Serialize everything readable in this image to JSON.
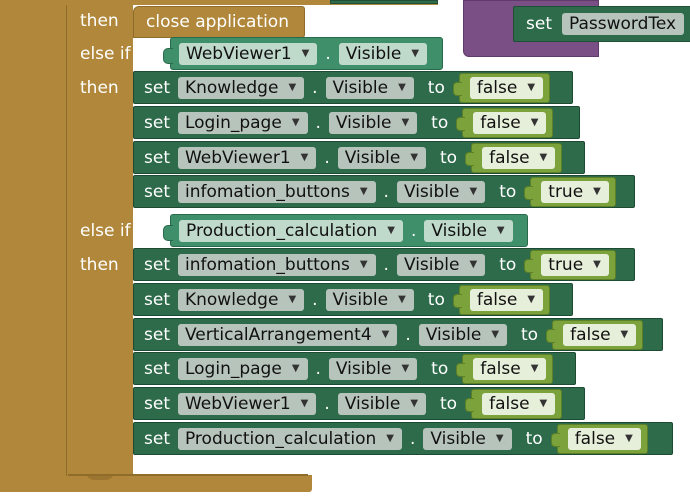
{
  "keywords": {
    "then": "then",
    "else_if": "else if",
    "set": "set",
    "to": "to",
    "dot": ".",
    "close_application": "close application"
  },
  "top_right": {
    "set_label": "set",
    "component": "PasswordTex"
  },
  "condition_1": {
    "component": "WebViewer1",
    "property": "Visible"
  },
  "group_1": [
    {
      "component": "Knowledge",
      "property": "Visible",
      "value": "false"
    },
    {
      "component": "Login_page",
      "property": "Visible",
      "value": "false"
    },
    {
      "component": "WebViewer1",
      "property": "Visible",
      "value": "false"
    },
    {
      "component": "infomation_buttons",
      "property": "Visible",
      "value": "true"
    }
  ],
  "condition_2": {
    "component": "Production_calculation",
    "property": "Visible"
  },
  "group_2": [
    {
      "component": "infomation_buttons",
      "property": "Visible",
      "value": "true"
    },
    {
      "component": "Knowledge",
      "property": "Visible",
      "value": "false"
    },
    {
      "component": "VerticalArrangement4",
      "property": "Visible",
      "value": "false"
    },
    {
      "component": "Login_page",
      "property": "Visible",
      "value": "false"
    },
    {
      "component": "WebViewer1",
      "property": "Visible",
      "value": "false"
    },
    {
      "component": "Production_calculation",
      "property": "Visible",
      "value": "false"
    }
  ],
  "colors": {
    "control": "#b1883b",
    "set_block": "#2e6b4a",
    "condition_block": "#3e8f6a",
    "logic_block": "#7ba23b",
    "procedure_block": "#7a4f86"
  }
}
